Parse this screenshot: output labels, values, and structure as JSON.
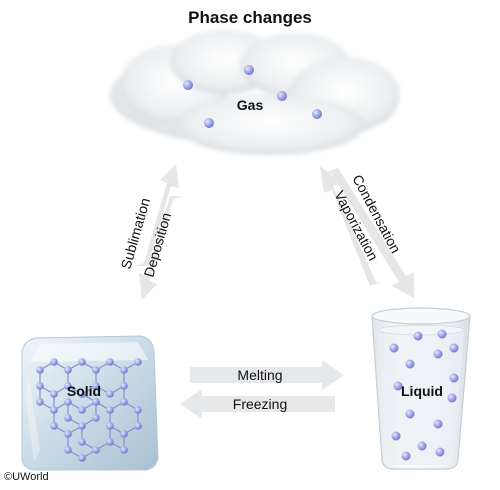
{
  "title": "Phase changes",
  "states": {
    "gas": "Gas",
    "solid": "Solid",
    "liquid": "Liquid"
  },
  "transitions": {
    "sublimation": "Sublimation",
    "deposition": "Deposition",
    "condensation": "Condensation",
    "vaporization": "Vaporization",
    "melting": "Melting",
    "freezing": "Freezing"
  },
  "copyright": "©UWorld",
  "colors": {
    "particle": "#9ea4e6",
    "arrow": "#e6e8ea",
    "ice": "#cfe0ec",
    "glass": "#eef2f5"
  }
}
